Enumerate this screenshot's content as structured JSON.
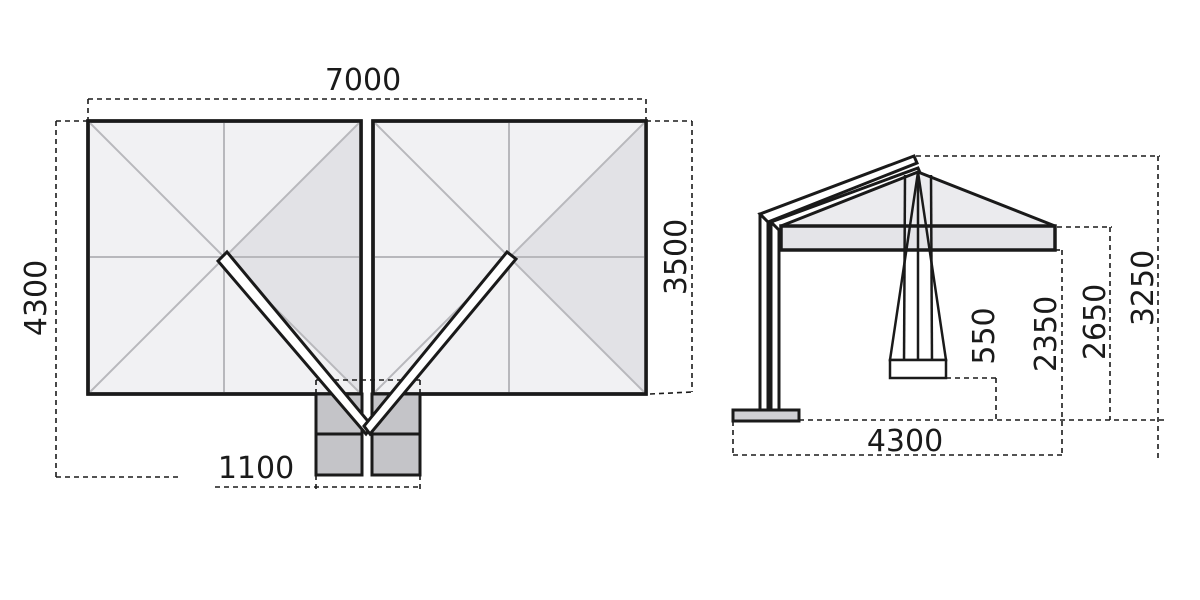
{
  "top_view": {
    "labels": {
      "width_total": "7000",
      "depth_total": "4300",
      "canopy_depth": "3500",
      "base_width": "1100"
    }
  },
  "side_view": {
    "labels": {
      "reach": "4300",
      "height_total": "3250",
      "height_canopy_top": "2650",
      "height_canopy_edge": "2350",
      "fold_drop": "550"
    }
  }
}
